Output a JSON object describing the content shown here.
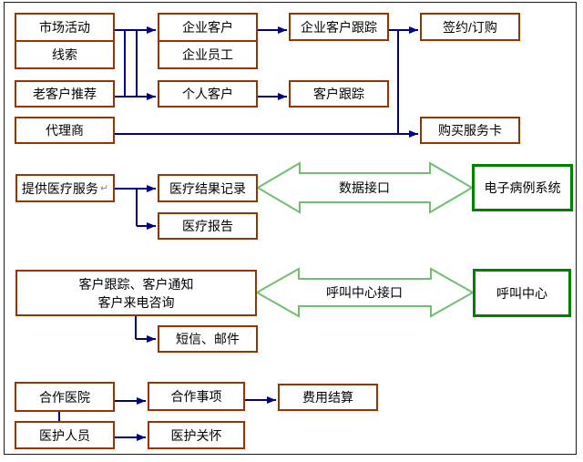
{
  "diagram": {
    "nodes": {
      "market_activity": {
        "label": "市场活动"
      },
      "leads": {
        "label": "线索"
      },
      "old_customer_referral": {
        "label": "老客户推荐"
      },
      "agent": {
        "label": "代理商"
      },
      "corporate_customer": {
        "label": "企业客户"
      },
      "corporate_employee": {
        "label": "企业员工"
      },
      "personal_customer": {
        "label": "个人客户"
      },
      "corporate_customer_tracking": {
        "label": "企业客户跟踪"
      },
      "customer_tracking": {
        "label": "客户跟踪"
      },
      "sign_order": {
        "label": "签约/订购"
      },
      "buy_service_card": {
        "label": "购买服务卡"
      },
      "provide_medical_service": {
        "label": "提供医疗服务",
        "mark": "↵"
      },
      "medical_result_record": {
        "label": "医疗结果记录"
      },
      "medical_report": {
        "label": "医疗报告"
      },
      "emr_system": {
        "label": "电子病例系统"
      },
      "tracking_notify": {
        "line1": "客户跟踪、客户通知",
        "line2": "客户来电咨询"
      },
      "sms_email": {
        "label": "短信、邮件"
      },
      "call_center": {
        "label": "呼叫中心"
      },
      "partner_hospital": {
        "label": "合作医院"
      },
      "medical_staff": {
        "label": "医护人员"
      },
      "cooperation_items": {
        "label": "合作事项"
      },
      "medical_care": {
        "label": "医护关怀"
      },
      "fee_settlement": {
        "label": "费用结算"
      }
    },
    "interfaces": {
      "data_interface": {
        "label": "数据接口"
      },
      "call_center_interface": {
        "label": "呼叫中心接口"
      }
    },
    "colors": {
      "box_border": "#993300",
      "connector": "#00008B",
      "green_box_border": "#008000",
      "green_arrow_outline": "#6FBF6F",
      "frame_border": "#1a1a1a"
    }
  }
}
